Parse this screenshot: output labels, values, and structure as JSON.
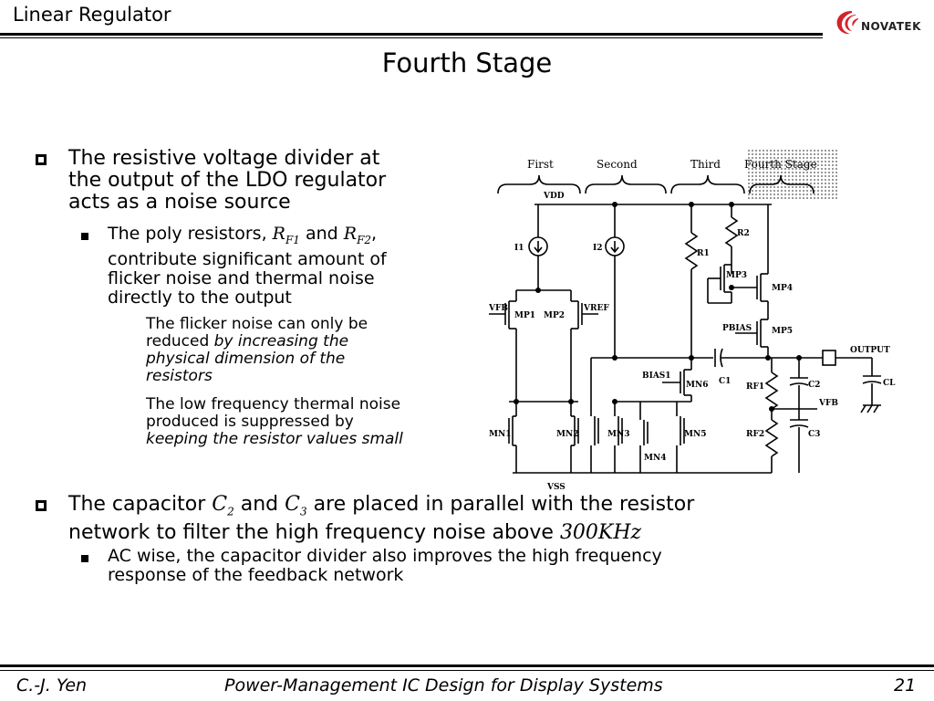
{
  "header": {
    "title": "Linear Regulator",
    "logo_text": "NOVATEK",
    "logo_icon": "novatek-swirl-icon"
  },
  "slide": {
    "title": "Fourth Stage"
  },
  "bullets": {
    "b1": {
      "line1": "The resistive voltage divider at",
      "line2": "the output of the LDO regulator",
      "line3": "acts as a noise source"
    },
    "b1a": {
      "pre": "The poly resistors, ",
      "r1": "R",
      "r1sub": "F1",
      "mid": " and ",
      "r2": "R",
      "r2sub": "F2",
      "post": ",",
      "line2": "contribute significant amount of",
      "line3": "flicker noise and thermal noise",
      "line4": "directly to the output"
    },
    "b1a1": {
      "pre": "The flicker noise can only be",
      "l2pre": "reduced ",
      "l2it": "by increasing the",
      "l3": "physical dimension of the",
      "l4": "resistors"
    },
    "b1a2": {
      "l1": "The low frequency thermal noise",
      "l2": "produced is suppressed by",
      "l3": "keeping the resistor values small"
    },
    "b2": {
      "pre": "The capacitor ",
      "c2": "C",
      "c2sub": "2",
      "mid": " and ",
      "c3": "C",
      "c3sub": "3",
      "post": " are placed in parallel with the resistor",
      "line2pre": "network to filter the high frequency noise above ",
      "freq": "300KHz"
    },
    "b2a": {
      "line1": "AC wise, the capacitor divider also improves the high frequency",
      "line2": "response of the feedback network"
    }
  },
  "circuit": {
    "stages": [
      "First",
      "Second",
      "Third",
      "Fourth Stage"
    ],
    "labels": {
      "vdd": "VDD",
      "vss": "VSS",
      "i1": "I1",
      "i2": "I2",
      "r1": "R1",
      "r2": "R2",
      "mp1": "MP1",
      "mp2": "MP2",
      "mp3": "MP3",
      "mp4": "MP4",
      "mp5": "MP5",
      "mn1": "MN1",
      "mn2": "MN2",
      "mn3": "MN3",
      "mn4": "MN4",
      "mn5": "MN5",
      "mn6": "MN6",
      "vfb": "VFB",
      "vref": "VREF",
      "pbias": "PBIAS",
      "bias1": "BIAS1",
      "c1": "C1",
      "rf1": "RF1",
      "rf2": "RF2",
      "c2": "C2",
      "c3": "C3",
      "cl": "CL",
      "output": "OUTPUT",
      "vfb2": "VFB"
    }
  },
  "footer": {
    "author": "C.-J. Yen",
    "course": "Power-Management IC Design for Display Systems",
    "page": "21"
  }
}
